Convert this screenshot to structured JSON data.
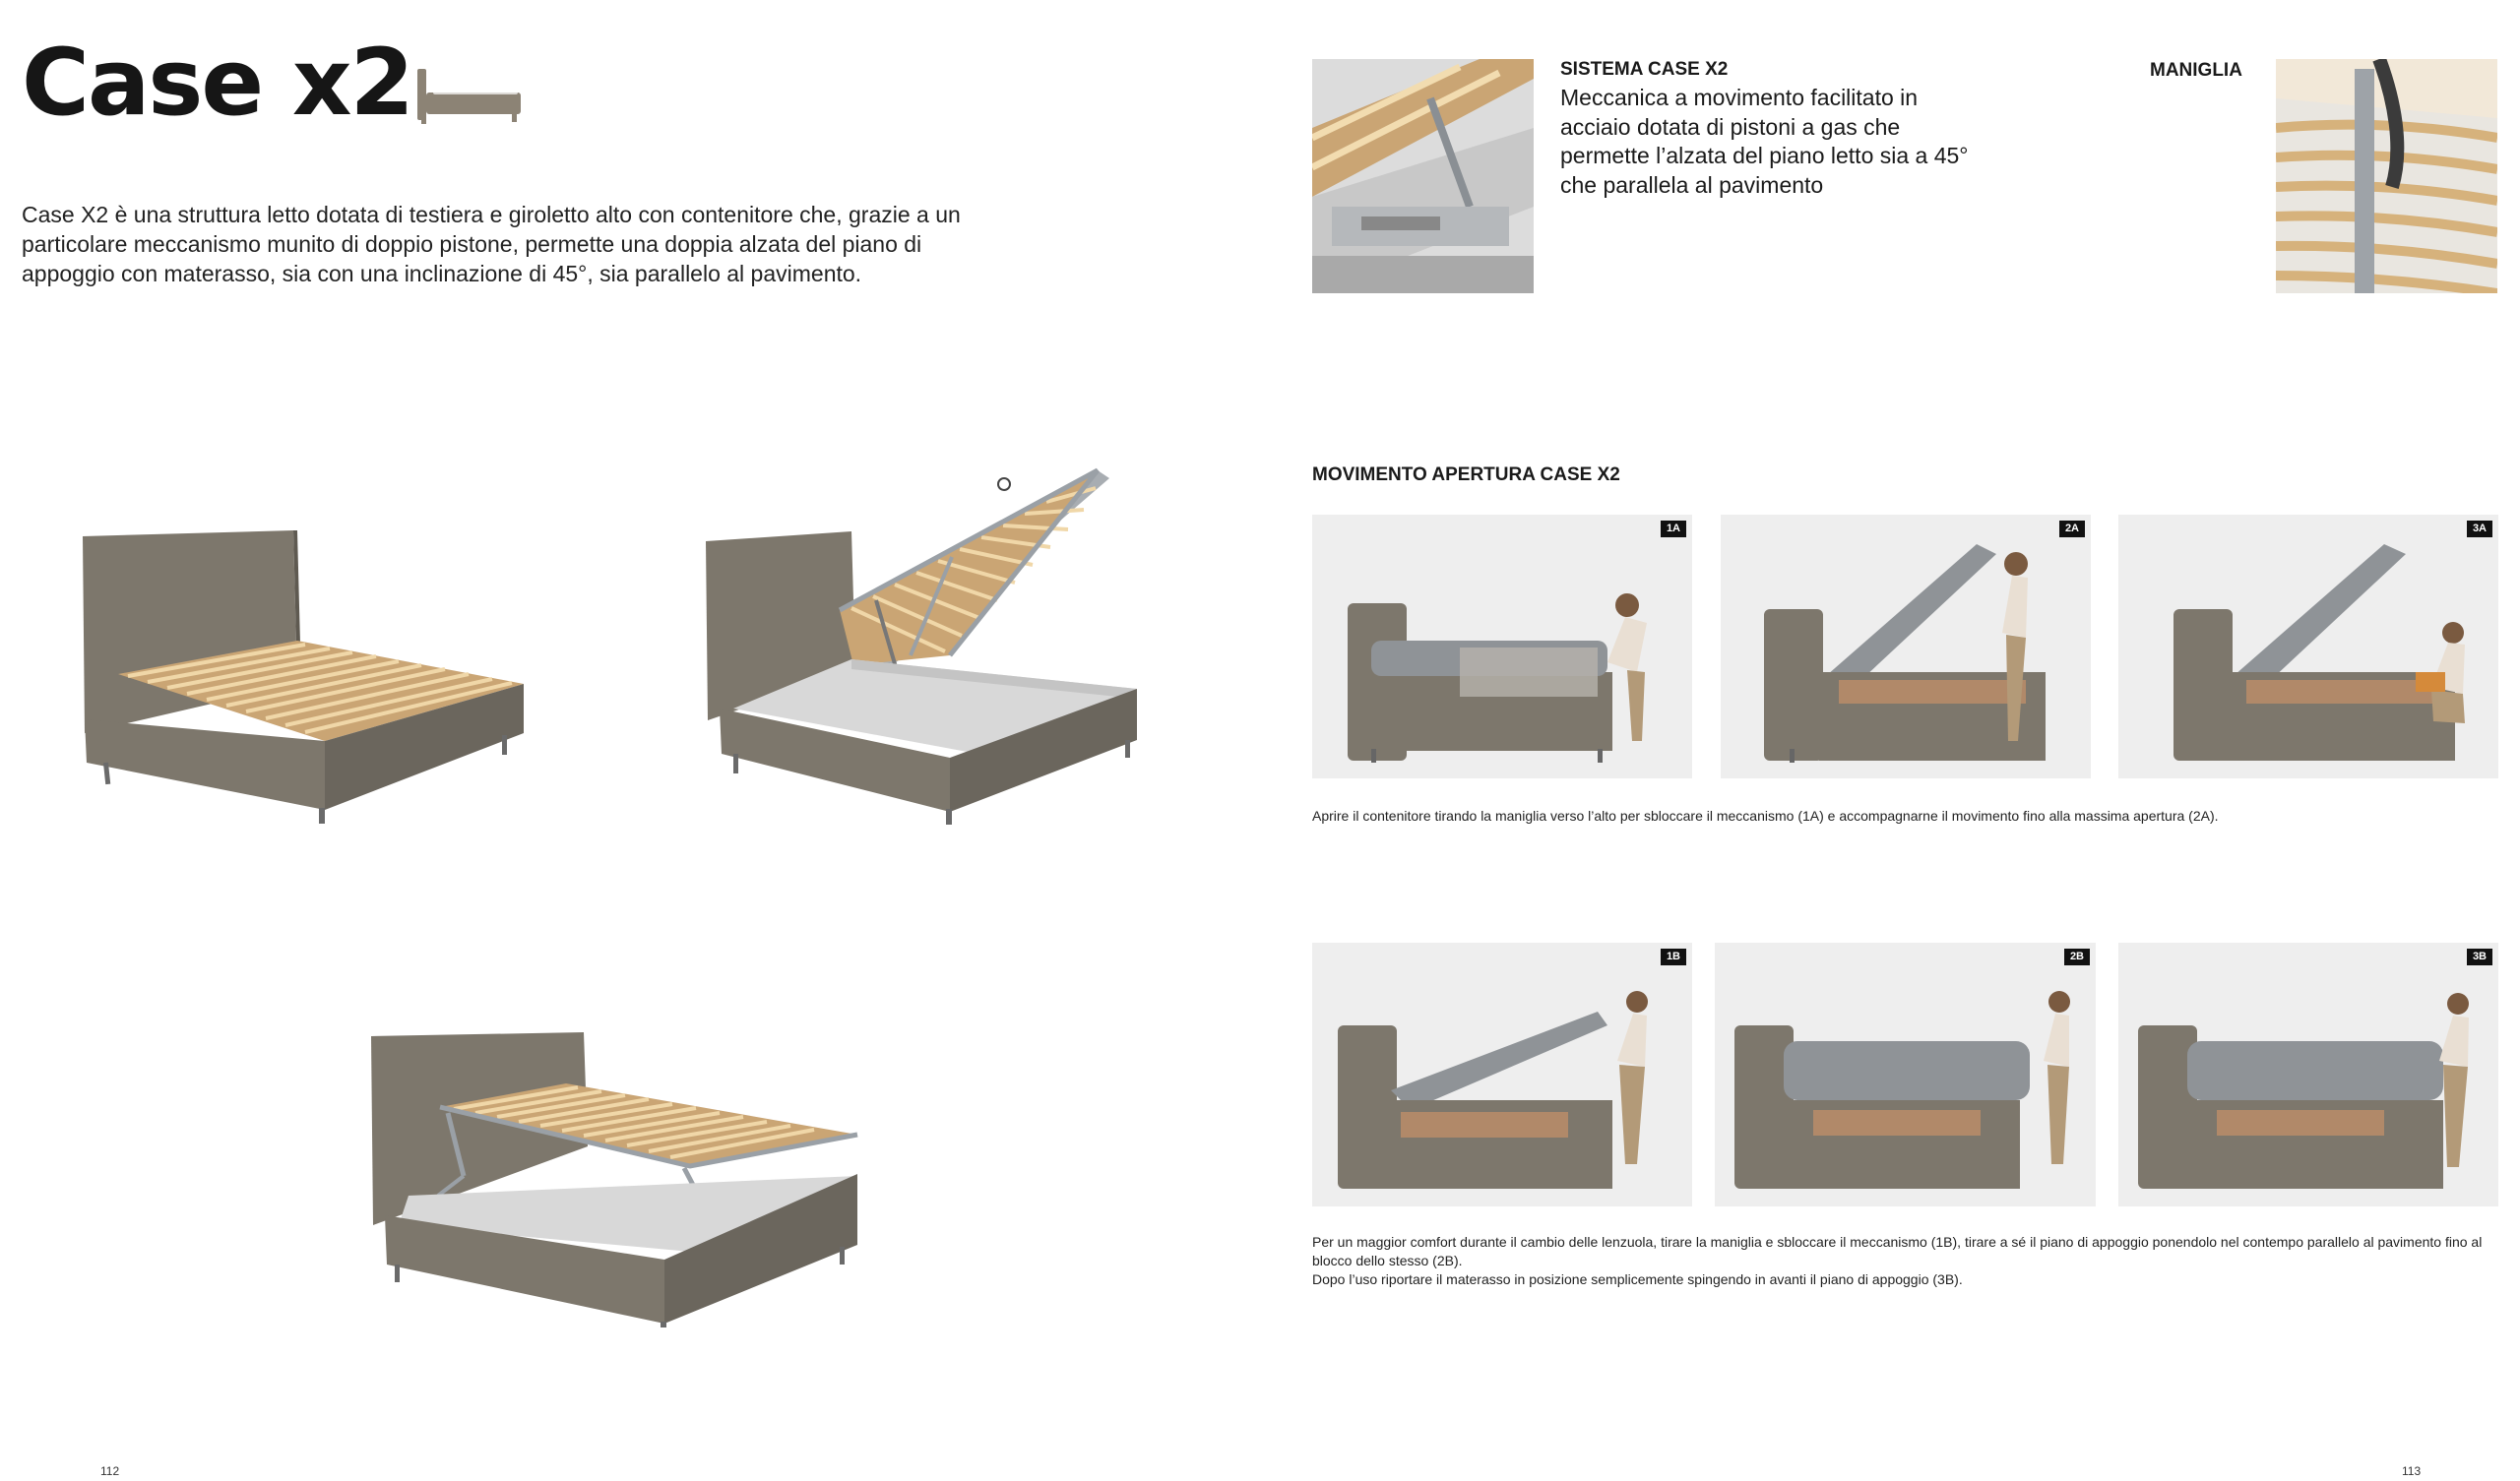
{
  "left_page": {
    "title": "Case x2",
    "intro": "Case X2 è una struttura letto dotata di testiera e giroletto alto con contenitore che, grazie a un particolare meccanismo munito di doppio pistone, permette una doppia alzata del piano di appoggio con materasso, sia con una inclinazione di 45°, sia parallelo al pavimento.",
    "page_number": "112"
  },
  "right_page": {
    "system": {
      "title": "SISTEMA CASE X2",
      "text": "Meccanica a movimento facilitato in acciaio dotata di pistoni a gas che permette l’alzata del piano letto sia a 45° che parallela al pavimento"
    },
    "handle": {
      "title": "MANIGLIA"
    },
    "movement": {
      "title": "MOVIMENTO APERTURA CASE X2",
      "steps_a": [
        "1A",
        "2A",
        "3A"
      ],
      "steps_b": [
        "1B",
        "2B",
        "3B"
      ],
      "caption_a": "Aprire il contenitore tirando la maniglia verso l’alto per sbloccare il meccanismo (1A) e accompagnarne il movimento fino alla massima apertura (2A).",
      "caption_b_line1": "Per un maggior comfort durante il cambio delle lenzuola, tirare la maniglia e sbloccare il meccanismo (1B), tirare a sé il piano di appoggio ponendolo nel contempo parallelo al pavimento fino al blocco dello stesso (2B).",
      "caption_b_line2": "Dopo l’uso riportare il materasso in posizione semplicemente spingendo in avanti il piano di appoggio (3B)."
    },
    "page_number": "113"
  },
  "colors": {
    "fabric": "#7d776c",
    "fabric_dark": "#5f5a51",
    "slat": "#d9b27a",
    "metal": "#a8adb2",
    "text": "#1a1a1a"
  }
}
